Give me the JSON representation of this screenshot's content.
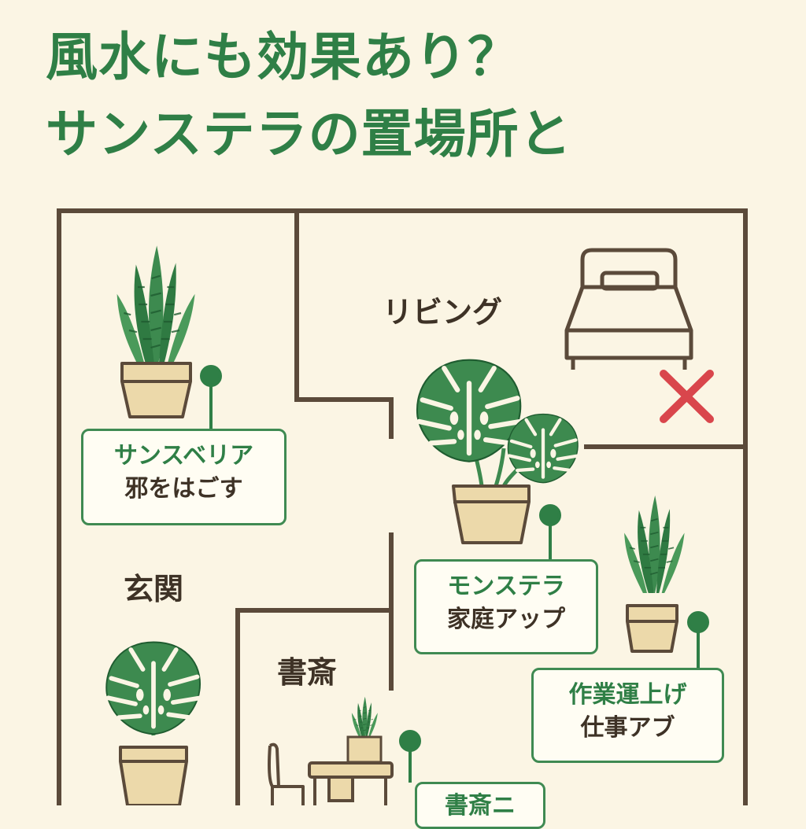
{
  "title": {
    "line1": "風水にも効果あり？",
    "line2": "サンステラの置場所と"
  },
  "rooms": {
    "living": "リビング",
    "entrance": "玄関",
    "study": "書斎"
  },
  "callouts": {
    "sansevieria": {
      "name": "サンスベリア",
      "desc": "邪をはごす"
    },
    "monstera": {
      "name": "モンステラ",
      "desc": "家庭アップ"
    },
    "work": {
      "name": "作業運上げ",
      "desc": "仕事アブ"
    },
    "study_partial": {
      "name": "書斎ニ"
    }
  },
  "icons": {
    "bed": "bed-icon",
    "cross": "cross-mark-icon",
    "plant_sansevieria": "snake-plant-icon",
    "plant_monstera": "monstera-icon",
    "desk": "desk-icon",
    "chair": "chair-icon",
    "pin": "pin-icon"
  },
  "colors": {
    "background": "#fbf5e4",
    "title_green": "#2f7f46",
    "wall": "#5b4a3a",
    "leaf": "#3d8a4f",
    "pot": "#ecd9aa",
    "cross": "#d9464c"
  }
}
